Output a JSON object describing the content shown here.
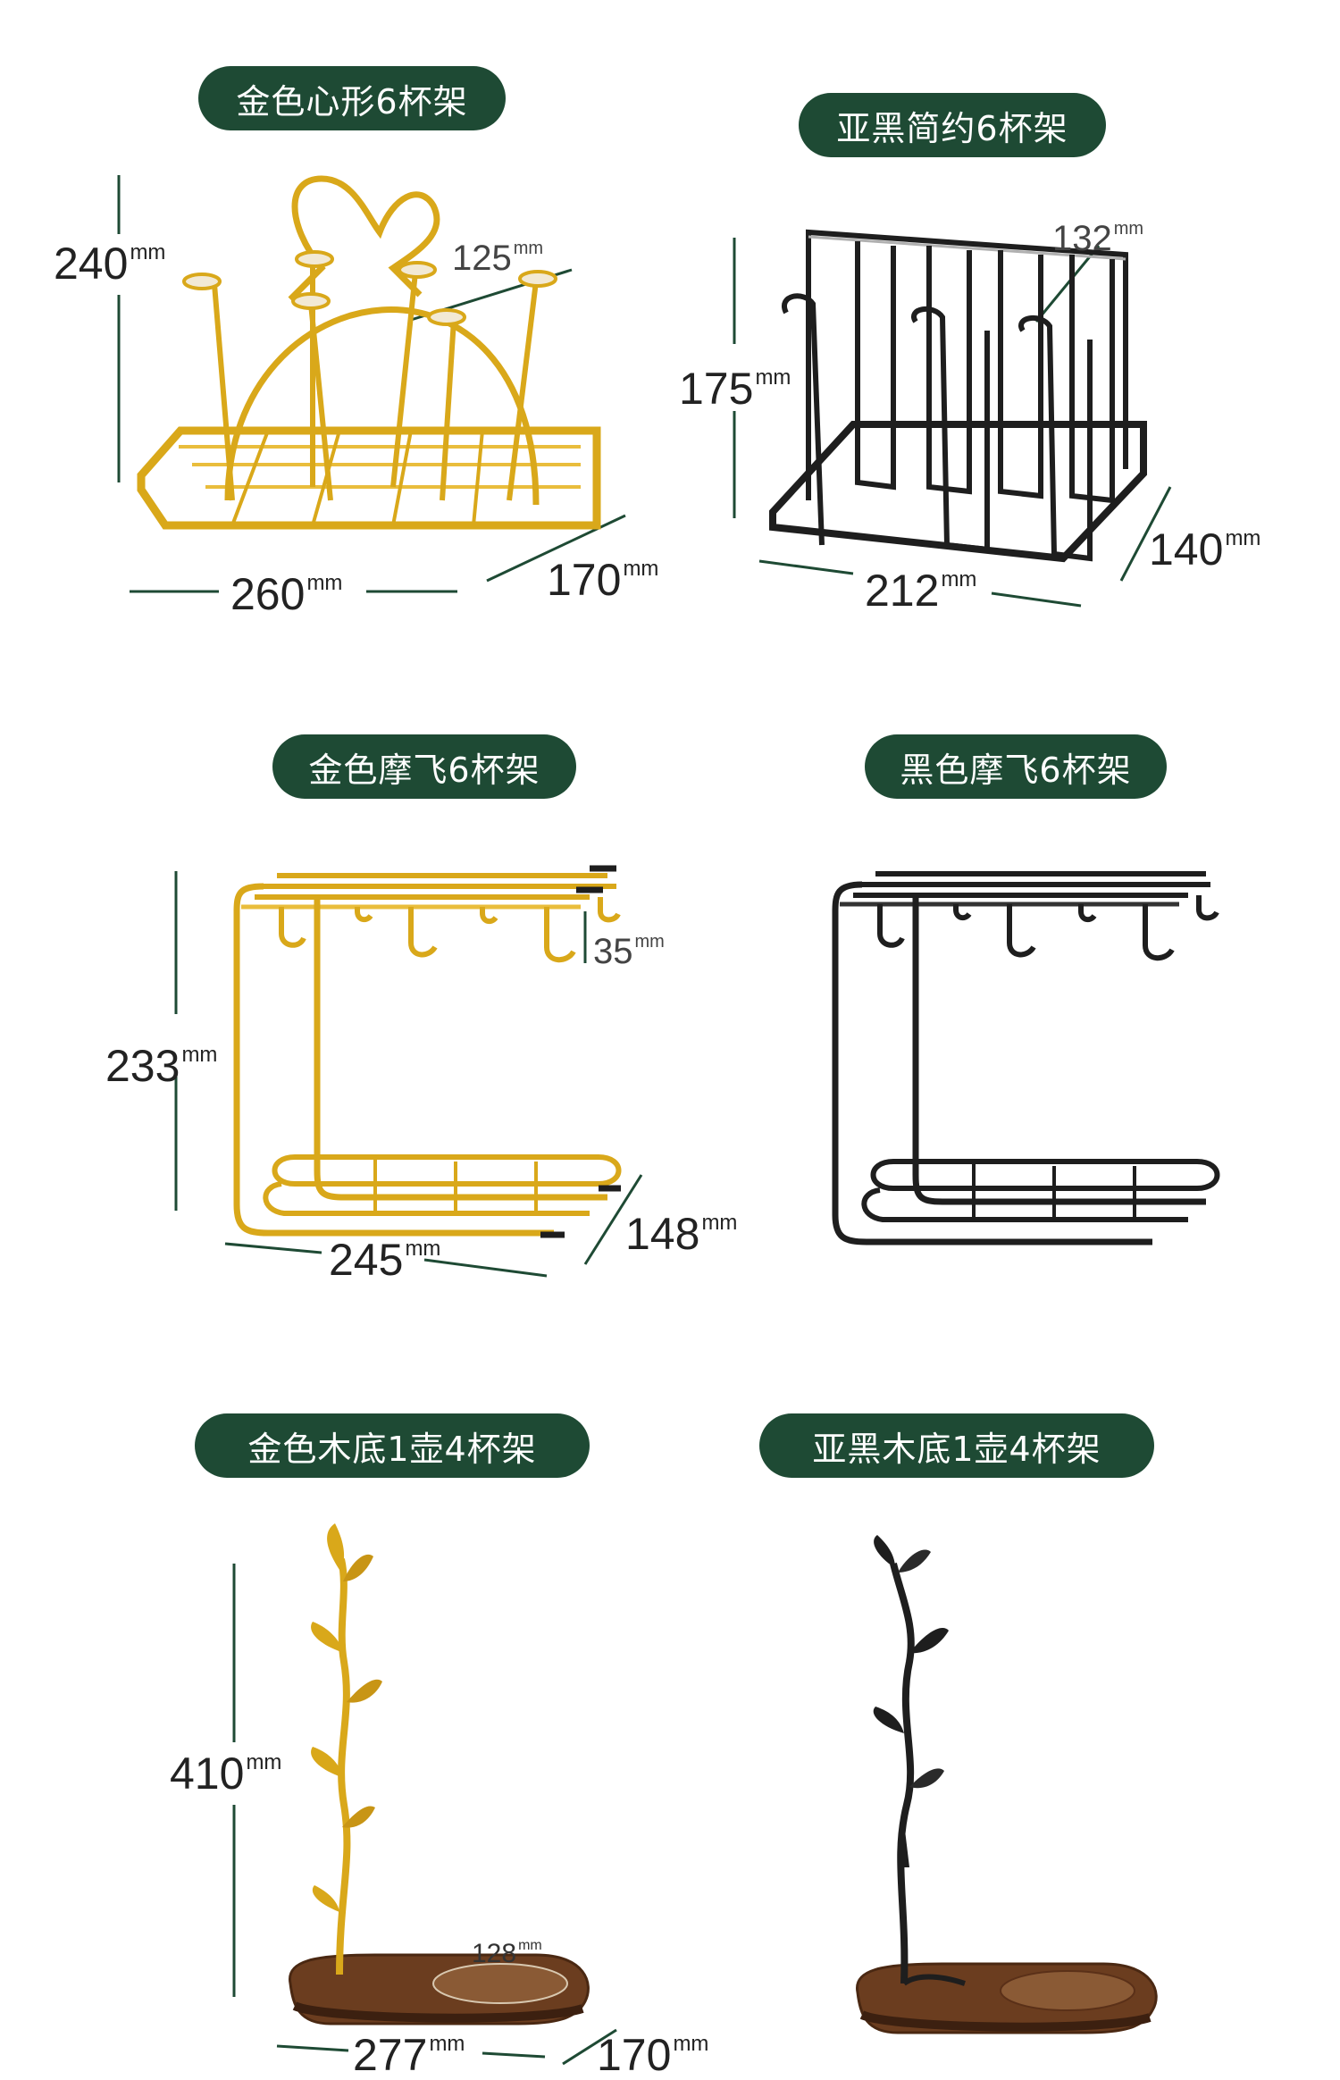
{
  "unit": "mm",
  "colors": {
    "pill_bg": "#1e4a34",
    "pill_text": "#ffffff",
    "gold": "#d9a81a",
    "black": "#1e1e1e",
    "wood": "#6b3d1f",
    "guide": "#1e4a34"
  },
  "products": [
    {
      "title": "金色心形6杯架",
      "finish": "gold",
      "dims": {
        "height": "240",
        "width": "260",
        "depth": "170",
        "cup": "125"
      }
    },
    {
      "title": "亚黑简约6杯架",
      "finish": "black",
      "dims": {
        "height": "175",
        "width": "212",
        "depth": "140",
        "cup": "132"
      }
    },
    {
      "title": "金色摩飞6杯架",
      "finish": "gold",
      "dims": {
        "height": "233",
        "width": "245",
        "depth": "148",
        "hook": "35"
      }
    },
    {
      "title": "黑色摩飞6杯架",
      "finish": "black",
      "dims": {}
    },
    {
      "title": "金色木底1壶4杯架",
      "finish": "gold",
      "dims": {
        "height": "410",
        "width": "277",
        "depth": "170",
        "base": "128"
      }
    },
    {
      "title": "亚黑木底1壶4杯架",
      "finish": "black",
      "dims": {}
    }
  ]
}
